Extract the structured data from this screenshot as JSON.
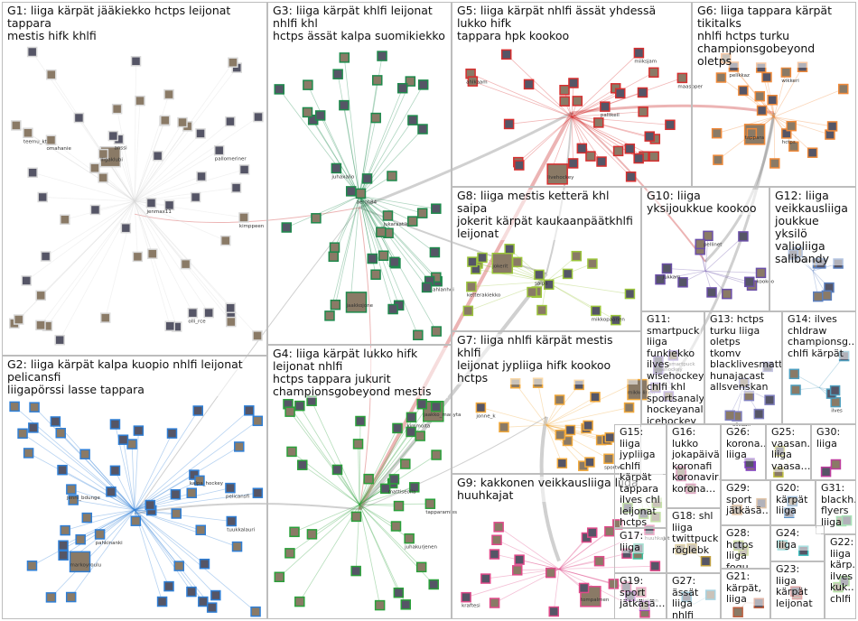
{
  "groups": [
    {
      "id": "G1",
      "label": "G1: liiga kärpät jääkiekko hctps leijonat tappara\nmestis hifk khlfi",
      "color": "#d9d9d9",
      "handles": [
        "liigaklubi",
        "pallomeriner",
        "omahanie",
        "anssi",
        "kimppeen",
        "olli_rce",
        "teemu_kt",
        "jenmax11"
      ]
    },
    {
      "id": "G2",
      "label": "G2: liiga kärpät kalpa kuopio nhlfi leijonat pelicansfi\nliigapörssi lasse tappara",
      "color": "#2f7fd6",
      "handles": [
        "markoyroulu",
        "pelicansfi",
        "jenni_bdunge",
        "tuukkalauri",
        "pahkinanki",
        "kalpa_hockey"
      ]
    },
    {
      "id": "G3",
      "label": "G3: liiga kärpät khlfi leijonat nhlfi khl\nhctps ässät kalpa suomikiekko",
      "color": "#1e8a4c",
      "handles": [
        "jaakkojone",
        "ahlanhoi",
        "jukaraatik",
        "juhaxalio",
        "aeroh84"
      ]
    },
    {
      "id": "G4",
      "label": "G4: liiga kärpät lukko hifk leijonat nhlfi\nhctps tappara jukurit\nchampionsgobeyond mestis",
      "color": "#2aa03a",
      "handles": [
        "jaakko_manyta",
        "mattiseoila",
        "juhakurjenen",
        "kimmolta",
        "tapparamies"
      ]
    },
    {
      "id": "G5",
      "label": "G5: liiga kärpät nhlfi ässät yhdessä lukko hifk\ntappara hpk kookoo",
      "color": "#d62f2f",
      "handles": [
        "livehockey",
        "miiksjam",
        "maaspper",
        "pallikeil",
        "ahlkaam"
      ]
    },
    {
      "id": "G6",
      "label": "G6: liiga tappara kärpät tikitalks\nnhlfi hctps turku\nchampionsgobeyond oletps",
      "color": "#f08a3a",
      "handles": [
        "tappara",
        "hctps",
        "wikkeri",
        "pelikkaz"
      ]
    },
    {
      "id": "G7",
      "label": "G7: liiga nhlfi kärpät mestis khlfi\nleijonat jypliiga hifk kookoo hctps",
      "color": "#f2a93b",
      "handles": [
        "mikkolinen",
        "jonne_k",
        "sportwiki"
      ]
    },
    {
      "id": "G8",
      "label": "G8: liiga mestis ketterä khl saipa\njokerit kärpät kaukaanpäätkhlfi\nleijonat",
      "color": "#9cc63b",
      "handles": [
        "jokerit",
        "saipa",
        "ketterakiekko",
        "mikkopaanen"
      ]
    },
    {
      "id": "G9",
      "label": "G9: kakkonen veikkausliiga liiga\nhuuhkajat",
      "color": "#e04a8a",
      "handles": [
        "tompalmen",
        "kraftesi",
        "vatainen",
        "huuhkajat"
      ]
    },
    {
      "id": "G10",
      "label": "G10: liiga yksijoukkue kookoo",
      "color": "#6b4fa8",
      "handles": [
        "kookoo",
        "jukkam",
        "pellinet"
      ]
    },
    {
      "id": "G11",
      "label": "G11: smartpuck\nliiga funkiekko\nilves wisehockey\nchlfi khl\nsportsanalytics\nhockeyanalytics\nicehockey",
      "color": "#8c6fc4",
      "handles": [
        "smartpuck",
        "wisehockey"
      ]
    },
    {
      "id": "G12",
      "label": "G12: liiga\nveikkausliiga\njoukkue yksilö\nvalioliiga\nsalibandy",
      "color": "#5a7fbf",
      "handles": [
        "jukkaronka"
      ]
    },
    {
      "id": "G13",
      "label": "G13: hctps\nturku liiga oletps\ntkomv\nblacklivesmatter\nhunajacast\nallsvenskan",
      "color": "#7f7fbf",
      "handles": [
        "elivaan"
      ]
    },
    {
      "id": "G14",
      "label": "G14: ilves\nchldraw\nchampionsg…\nchlfi kärpät",
      "color": "#4f9fbf",
      "handles": [
        "ilves"
      ]
    },
    {
      "id": "G15",
      "label": "G15: liiga\njypliiga\nchlfi kärpät\ntappara\nilves chl\nleijonat\nhctps khlfi",
      "color": "#7fbf3f",
      "handles": []
    },
    {
      "id": "G16",
      "label": "G16:\nlukko\njokapäivä\nkoronafi\nkoronavir…\nkorona…",
      "color": "#bf3f7f",
      "handles": []
    },
    {
      "id": "G17",
      "label": "G17: liiga",
      "color": "#3fbf9f",
      "handles": []
    },
    {
      "id": "G18",
      "label": "G18: shl\nliiga\ntwittpuck\nröglebk",
      "color": "#bf9f3f",
      "handles": []
    },
    {
      "id": "G19",
      "label": "G19:\nsport\njätkäsä…",
      "color": "#9f3fbf",
      "handles": []
    },
    {
      "id": "G20",
      "label": "G20:\nkärpät\nliiga",
      "color": "#3f7fbf",
      "handles": []
    },
    {
      "id": "G21",
      "label": "G21:\nkärpät,\nliiga",
      "color": "#bf5f3f",
      "handles": []
    },
    {
      "id": "G22",
      "label": "G22:\nliiga\nkärp…\nilves\nkuk…\nchlfi",
      "color": "#5fbf3f",
      "handles": []
    },
    {
      "id": "G23",
      "label": "G23: liiga\nkärpät\nleijonat",
      "color": "#bf3f3f",
      "handles": []
    },
    {
      "id": "G24",
      "label": "G24: liiga",
      "color": "#3fbfbf",
      "handles": []
    },
    {
      "id": "G25",
      "label": "G25:\nvaasan…\nliiga\nvaasa…",
      "color": "#bfbf3f",
      "handles": []
    },
    {
      "id": "G26",
      "label": "G26:\nkorona…\nliiga",
      "color": "#7f3fbf",
      "handles": []
    },
    {
      "id": "G27",
      "label": "G27: ässät\nliiga nhlfi",
      "color": "#3f9fbf",
      "handles": []
    },
    {
      "id": "G28",
      "label": "G28:\nhctps liiga\nfogu",
      "color": "#9fbf3f",
      "handles": []
    },
    {
      "id": "G29",
      "label": "G29:\nsport\njätkäsä…",
      "color": "#bf7f3f",
      "handles": []
    },
    {
      "id": "G30",
      "label": "G30:\nliiga",
      "color": "#bf3f9f",
      "handles": []
    },
    {
      "id": "G31",
      "label": "G31:\nblackh…\nflyers\nliiga",
      "color": "#3fbf5f",
      "handles": []
    }
  ]
}
